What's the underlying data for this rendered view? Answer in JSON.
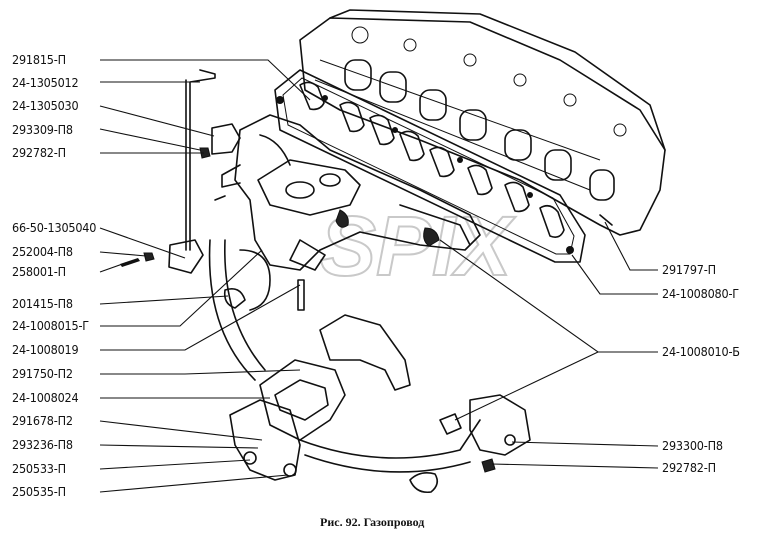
{
  "caption": "Рис. 92. Газопровод",
  "watermark": "SPIX",
  "labels_left": [
    "291815-П",
    "24-1305012",
    "24-1305030",
    "293309-П8",
    "292782-П",
    "66-50-1305040",
    "252004-П8",
    "258001-П",
    "201415-П8",
    "24-1008015-Г",
    "24-1008019",
    "291750-П2",
    "24-1008024",
    "291678-П2",
    "293236-П8",
    "250533-П",
    "250535-П"
  ],
  "labels_right": [
    "291797-П",
    "24-1008080-Г",
    "24-1008010-Б",
    "293300-П8",
    "292782-П"
  ]
}
